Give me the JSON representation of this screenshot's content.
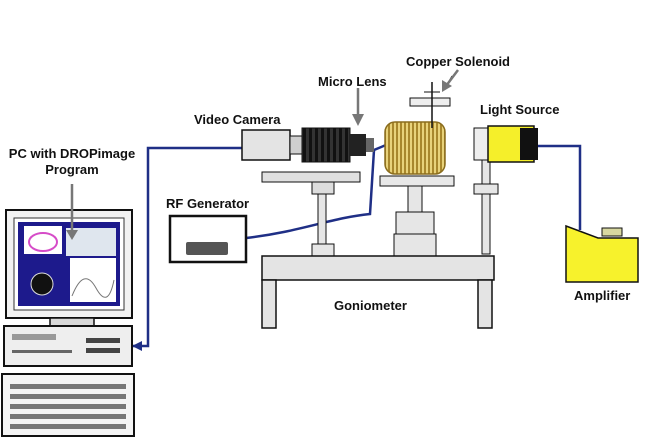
{
  "labels": {
    "pc_line1": "PC with DROPimage",
    "pc_line2": "Program",
    "video_camera": "Video Camera",
    "micro_lens": "Micro Lens",
    "copper_solenoid": "Copper Solenoid",
    "light_source": "Light Source",
    "rf_generator": "RF Generator",
    "goniometer": "Goniometer",
    "amplifier": "Amplifier"
  },
  "colors": {
    "cable": "#1f2f86",
    "light_source": "#f5ef2a",
    "amplifier": "#f7f22c",
    "solenoid": "#c9b04a",
    "monitor_screen": "#1d1a8c"
  },
  "icons": [
    "arrow-down-icon",
    "arrow-left-icon"
  ]
}
